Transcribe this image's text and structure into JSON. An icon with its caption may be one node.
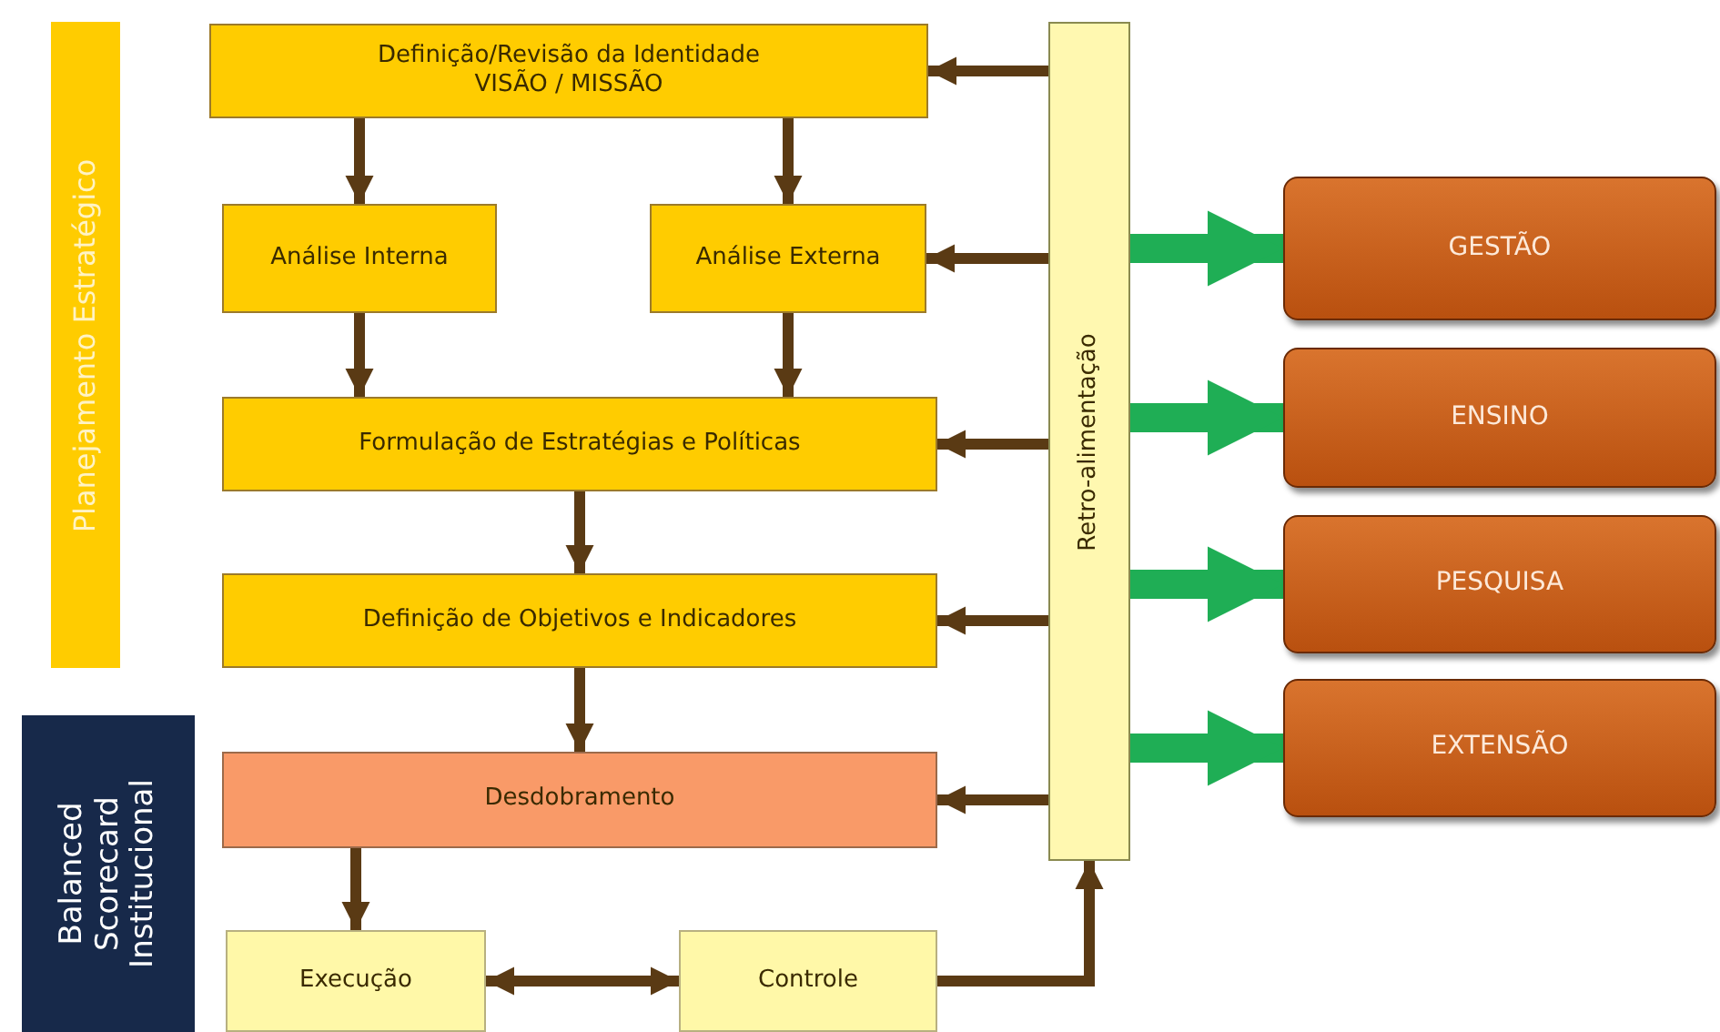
{
  "diagram": {
    "nodes": [
      {
        "text": [
          "Planejamento Estratégico"
        ]
      },
      {
        "text": [
          "Balanced Scorecard Institucional"
        ]
      },
      {
        "text": [
          "Definição/Revisão da Identidade",
          "VISÃO / MISSÃO"
        ]
      },
      {
        "text": [
          "Análise Interna"
        ]
      },
      {
        "text": [
          "Análise Externa"
        ]
      },
      {
        "text": [
          "Formulação de Estratégias e Políticas"
        ]
      },
      {
        "text": [
          "Definição de Objetivos e Indicadores"
        ]
      },
      {
        "text": [
          "Desdobramento"
        ]
      },
      {
        "text": [
          "Execução"
        ]
      },
      {
        "text": [
          "Controle"
        ]
      },
      {
        "text": [
          "Retro-alimentação"
        ]
      },
      {
        "text": [
          "GESTÃO"
        ]
      },
      {
        "text": [
          "ENSINO"
        ]
      },
      {
        "text": [
          "PESQUISA"
        ]
      },
      {
        "text": [
          "EXTENSÃO"
        ]
      }
    ],
    "edges": [
      {
        "from": 2,
        "to": 3,
        "arrow": "to"
      },
      {
        "from": 2,
        "to": 4,
        "arrow": "to"
      },
      {
        "from": 3,
        "to": 5,
        "arrow": "to"
      },
      {
        "from": 4,
        "to": 5,
        "arrow": "to"
      },
      {
        "from": 5,
        "to": 6,
        "arrow": "to"
      },
      {
        "from": 6,
        "to": 7,
        "arrow": "to"
      },
      {
        "from": 7,
        "to": 8,
        "arrow": "to"
      },
      {
        "from": 8,
        "to": 9,
        "arrow": "both"
      },
      {
        "from": 9,
        "to": 10,
        "arrow": "to"
      },
      {
        "from": 10,
        "to": 2,
        "arrow": "to"
      },
      {
        "from": 10,
        "to": 4,
        "arrow": "to"
      },
      {
        "from": 10,
        "to": 5,
        "arrow": "to"
      },
      {
        "from": 10,
        "to": 6,
        "arrow": "to"
      },
      {
        "from": 10,
        "to": 7,
        "arrow": "to"
      },
      {
        "from": 10,
        "to": 11,
        "arrow": "to",
        "style": "thick",
        "color": "#1fae55"
      },
      {
        "from": 10,
        "to": 12,
        "arrow": "to",
        "style": "thick",
        "color": "#1fae55"
      },
      {
        "from": 10,
        "to": 13,
        "arrow": "to",
        "style": "thick",
        "color": "#1fae55"
      },
      {
        "from": 10,
        "to": 14,
        "arrow": "to",
        "style": "thick",
        "color": "#1fae55"
      }
    ]
  }
}
